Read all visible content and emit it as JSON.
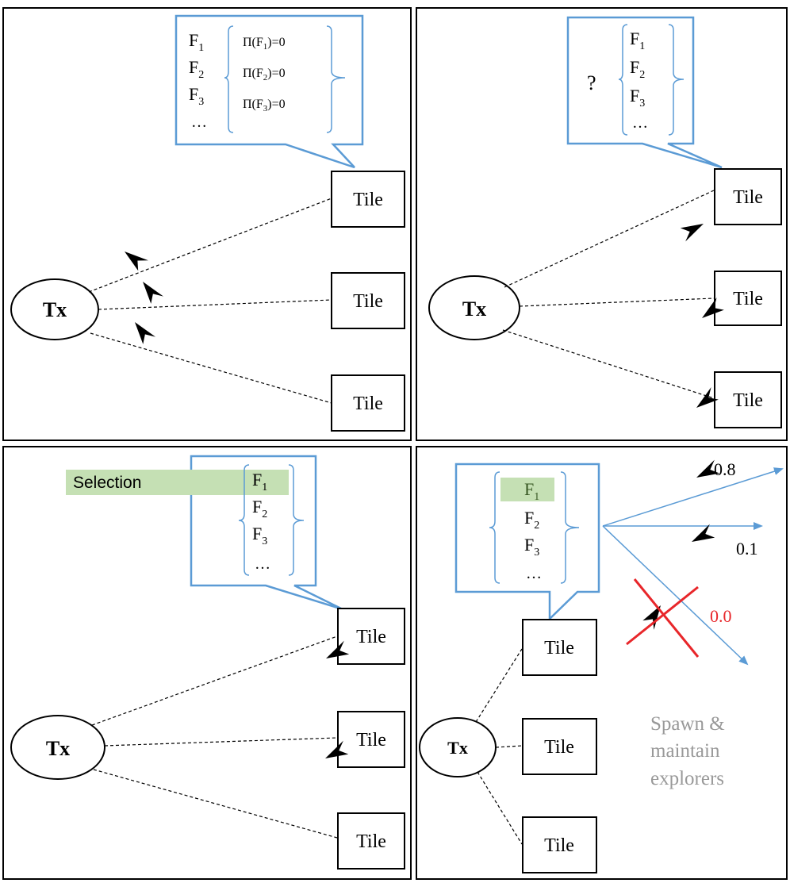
{
  "panels": {
    "p1": {
      "tx_label": "Tx",
      "tile_labels": [
        "Tile",
        "Tile",
        "Tile"
      ],
      "bubble": {
        "flows": [
          "F",
          "F",
          "F",
          "…"
        ],
        "flow_subscripts": [
          "1",
          "2",
          "3"
        ],
        "predicates": [
          "Π(F",
          "Π(F",
          "Π(F"
        ],
        "predicate_subscripts": [
          "1",
          "2",
          "3"
        ],
        "predicate_suffix": ")=0"
      }
    },
    "p2": {
      "tx_label": "Tx",
      "tile_labels": [
        "Tile",
        "Tile",
        "Tile"
      ],
      "bubble": {
        "question": "?",
        "flows": [
          "F",
          "F",
          "F",
          "…"
        ],
        "flow_subscripts": [
          "1",
          "2",
          "3"
        ]
      }
    },
    "p3": {
      "tx_label": "Tx",
      "tile_labels": [
        "Tile",
        "Tile",
        "Tile"
      ],
      "selection_label": "Selection",
      "bubble": {
        "flows": [
          "F",
          "F",
          "F",
          "…"
        ],
        "flow_subscripts": [
          "1",
          "2",
          "3"
        ]
      }
    },
    "p4": {
      "tx_label": "Tx",
      "tile_labels": [
        "Tile",
        "Tile",
        "Tile"
      ],
      "bubble": {
        "flows": [
          "F",
          "F",
          "F",
          "…"
        ],
        "flow_subscripts": [
          "1",
          "2",
          "3"
        ]
      },
      "explorer_scores": [
        "0.8",
        "0.1",
        "0.0"
      ],
      "caption_lines": [
        "Spawn &",
        "maintain",
        "explorers"
      ]
    }
  },
  "colors": {
    "frame": "#000000",
    "bubble_stroke": "#5b9bd5",
    "selection_highlight": "#c5e0b4",
    "rejected": "#e8262a",
    "caption": "#999999",
    "arrow": "#5b9bd5"
  }
}
